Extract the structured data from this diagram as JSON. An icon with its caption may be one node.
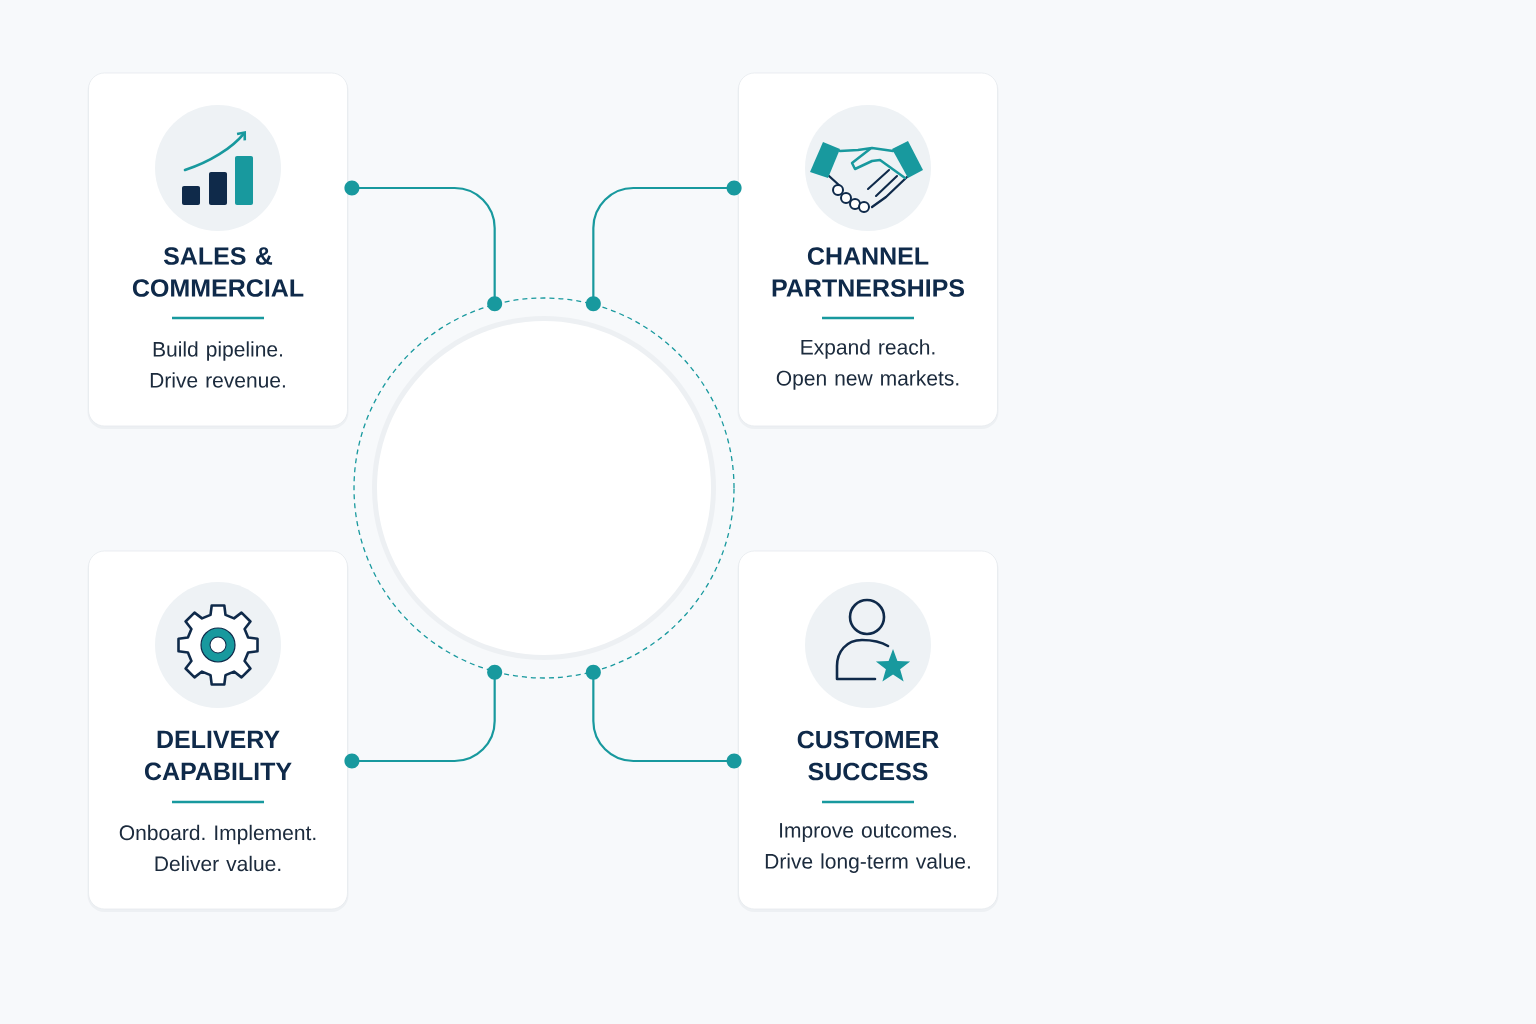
{
  "diagram": {
    "nodes": [
      {
        "text": [
          "SALES & COMMERCIAL",
          "Build pipeline. Drive revenue."
        ]
      },
      {
        "text": [
          "CHANNEL PARTNERSHIPS",
          "Expand reach. Open new markets."
        ]
      },
      {
        "text": [],
        "shape": "circle"
      },
      {
        "text": [
          "DELIVERY CAPABILITY",
          "Onboard. Implement. Deliver value."
        ]
      },
      {
        "text": [
          "CUSTOMER SUCCESS",
          "Improve outcomes. Drive long-term value."
        ]
      }
    ],
    "edges": [
      {
        "from": 0,
        "to": 2,
        "arrow": "other"
      },
      {
        "from": 1,
        "to": 2,
        "arrow": "other"
      },
      {
        "from": 3,
        "to": 2,
        "arrow": "other"
      },
      {
        "from": 4,
        "to": 2,
        "arrow": "other"
      }
    ]
  }
}
